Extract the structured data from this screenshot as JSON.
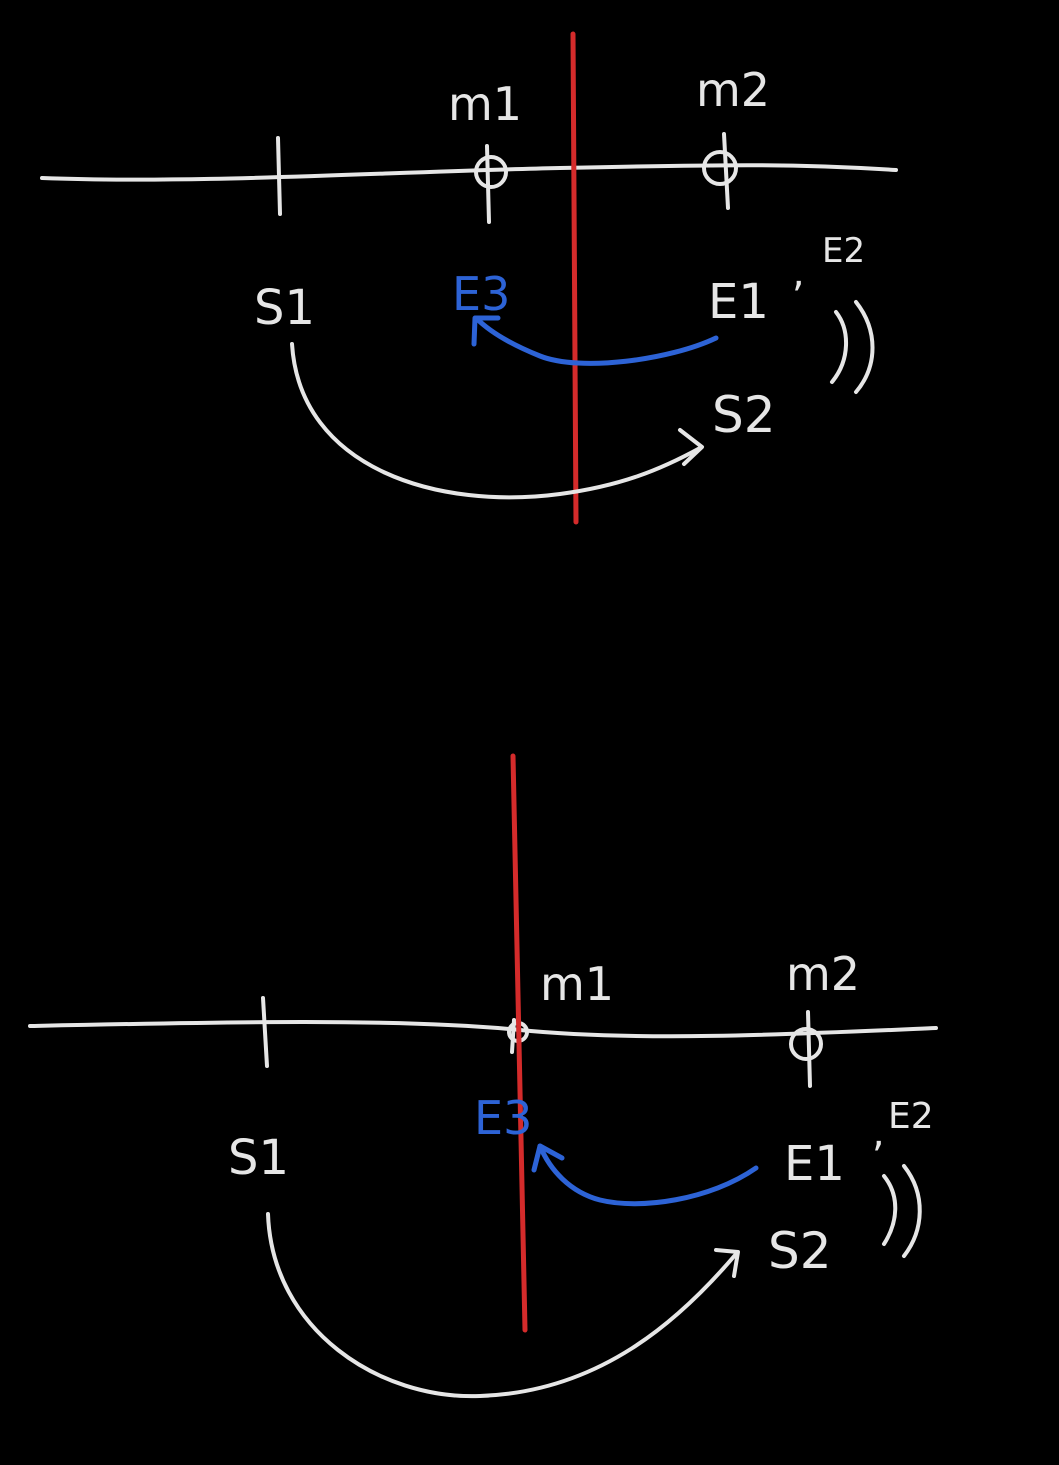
{
  "colors": {
    "background": "#000000",
    "chalk": "#e6e6e6",
    "boundary": "#d42b2b",
    "arrow_blue": "#2d63d6"
  },
  "diagrams": [
    {
      "labels": {
        "m1": "m1",
        "m2": "m2",
        "s1": "S1",
        "s2": "S2",
        "e1": "E1",
        "e2": "E2",
        "e3": "E3",
        "comma": ","
      }
    },
    {
      "labels": {
        "m1": "m1",
        "m2": "m2",
        "s1": "S1",
        "s2": "S2",
        "e1": "E1",
        "e2": "E2",
        "e3": "E3",
        "comma": ","
      }
    }
  ]
}
